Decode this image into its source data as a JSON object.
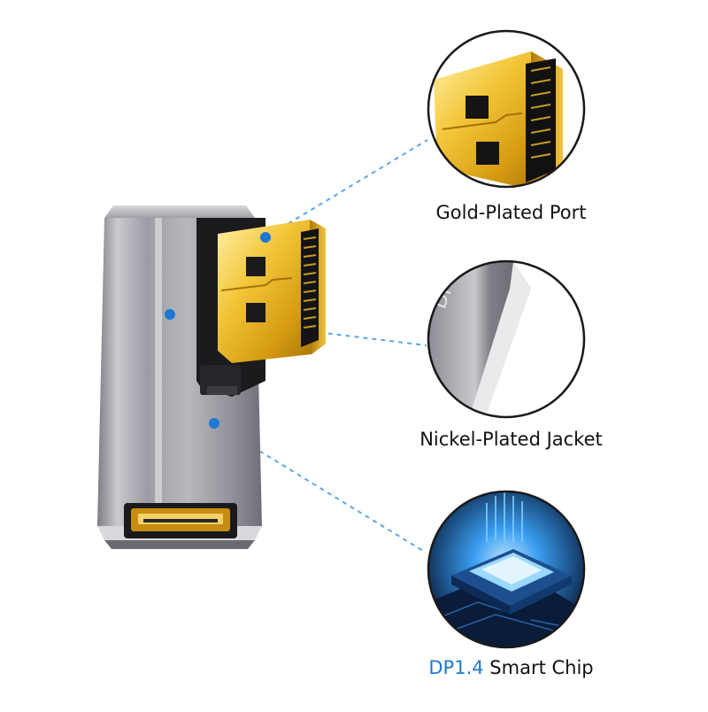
{
  "colors": {
    "accent": "#1e78d2",
    "dash": "#5aa7e8",
    "gold": "#e8b323",
    "metal": "#a9aab0",
    "chip_glow": "#4fb3ff"
  },
  "product": {
    "type": "DisplayPort 90-degree adapter"
  },
  "callouts": [
    {
      "id": "port",
      "label": "Gold-Plated Port",
      "icon": "gold-connector-closeup"
    },
    {
      "id": "jacket",
      "label": "Nickel-Plated Jacket",
      "icon": "metal-shell-closeup",
      "engraving": "DP"
    },
    {
      "id": "chip",
      "label_accent": "DP1.4",
      "label_rest": " Smart Chip",
      "icon": "chip-closeup"
    }
  ]
}
